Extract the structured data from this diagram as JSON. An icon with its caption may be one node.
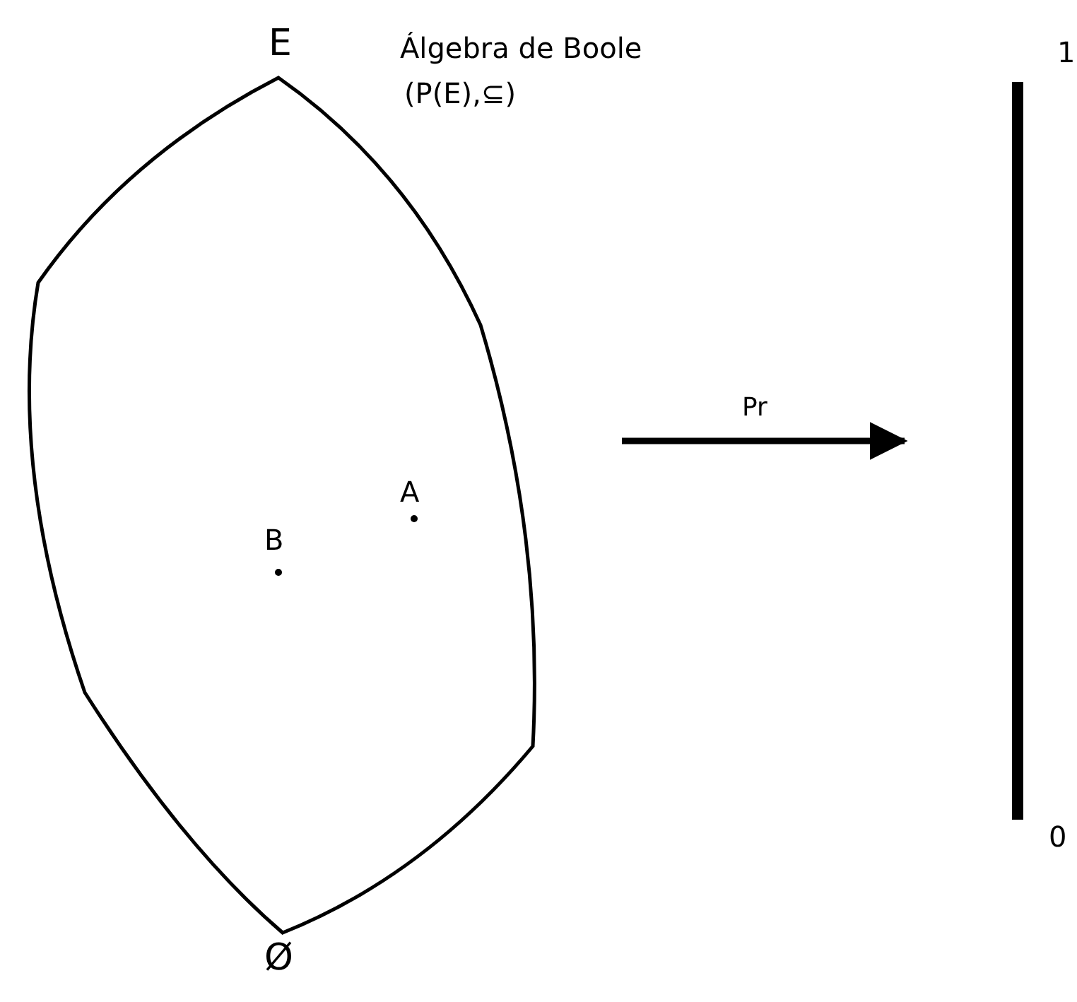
{
  "diagram": {
    "nodes": [
      {
        "text": [],
        "shape": "cloud",
        "beside": [
          "E",
          "Álgebra de Boole",
          "(P(E),⊆)",
          "Ø"
        ]
      },
      {
        "text": [],
        "shape": "bar",
        "beside": [
          "1",
          "0"
        ]
      }
    ],
    "edges": [
      {
        "from": 0,
        "to": 1,
        "arrow": "to",
        "label": "Pr"
      }
    ],
    "labels": [
      "A",
      "B"
    ]
  }
}
